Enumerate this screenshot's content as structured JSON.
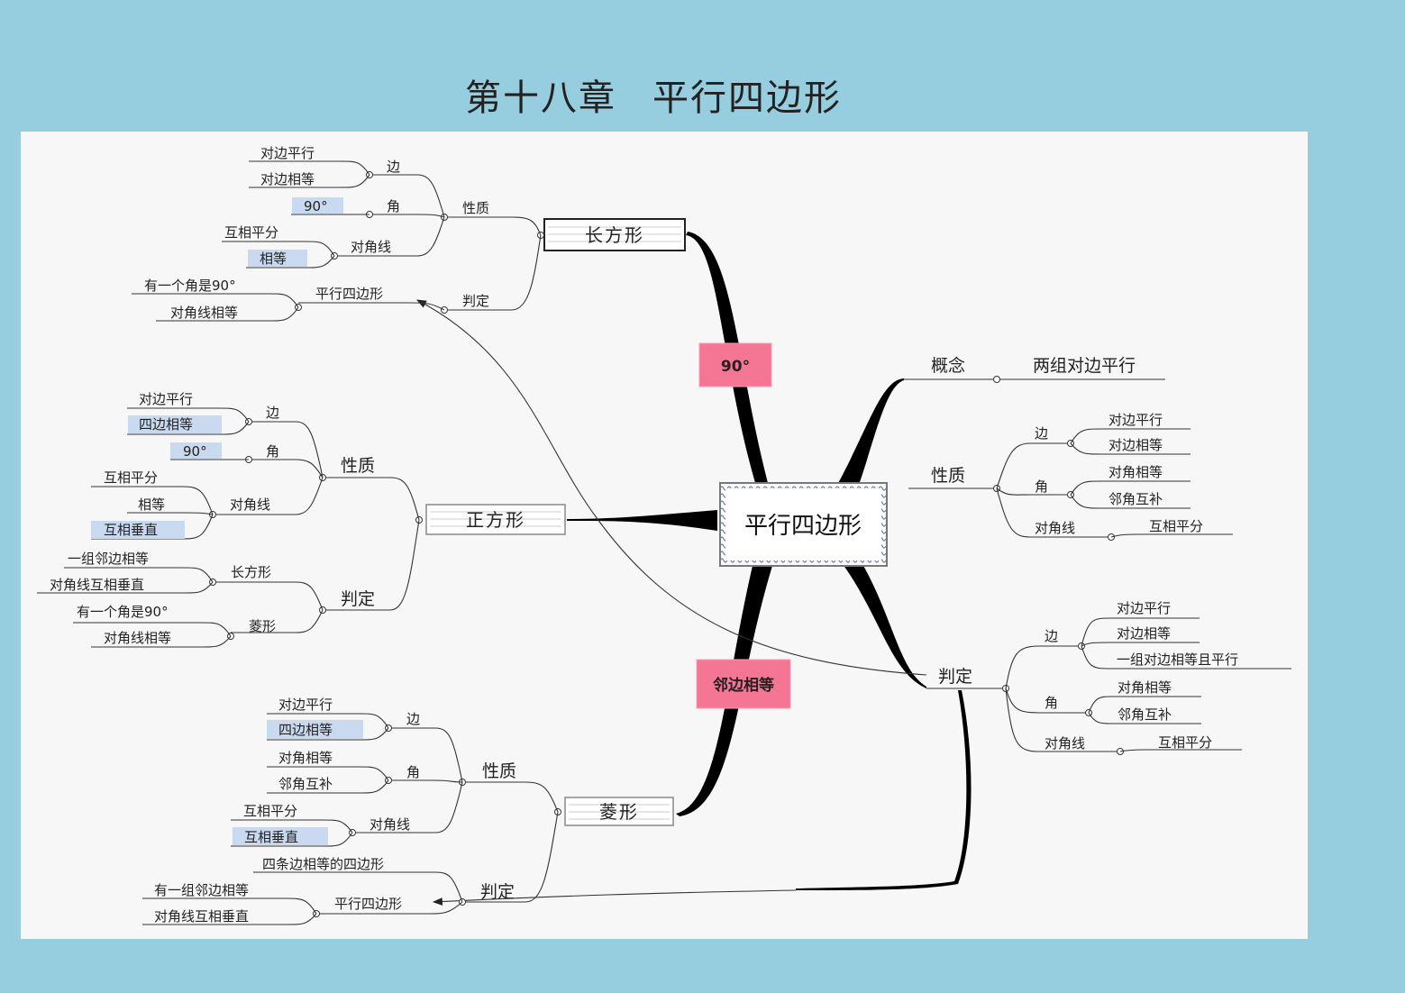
{
  "title": {
    "part1": "第十八章",
    "part2": "平行四边形"
  },
  "center": "平行四边形",
  "callouts": {
    "rect": "90°",
    "rhombus": "邻边相等"
  },
  "right": {
    "concept": {
      "label": "概念",
      "value": "两组对边平行"
    },
    "properties": {
      "label": "性质",
      "side": {
        "label": "边",
        "items": [
          "对边平行",
          "对边相等"
        ]
      },
      "angle": {
        "label": "角",
        "items": [
          "对角相等",
          "邻角互补"
        ]
      },
      "diag": {
        "label": "对角线",
        "value": "互相平分"
      }
    },
    "judge": {
      "label": "判定",
      "side": {
        "label": "边",
        "items": [
          "对边平行",
          "对边相等",
          "一组对边相等且平行"
        ]
      },
      "angle": {
        "label": "角",
        "items": [
          "对角相等",
          "邻角互补"
        ]
      },
      "diag": {
        "label": "对角线",
        "value": "互相平分"
      }
    }
  },
  "rectangle": {
    "name": "长方形",
    "prop": "性质",
    "side": {
      "label": "边",
      "items": [
        "对边平行",
        "对边相等"
      ]
    },
    "angle": {
      "label": "角",
      "value": "90°"
    },
    "diag": {
      "label": "对角线",
      "items": [
        "互相平分",
        "相等"
      ]
    },
    "judge": "判定",
    "judge_from": {
      "label": "平行四边形",
      "items": [
        "有一个角是90°",
        "对角线相等"
      ]
    }
  },
  "square": {
    "name": "正方形",
    "prop": "性质",
    "side": {
      "label": "边",
      "items": [
        "对边平行",
        "四边相等"
      ]
    },
    "angle": {
      "label": "角",
      "value": "90°"
    },
    "diag": {
      "label": "对角线",
      "items": [
        "互相平分",
        "相等",
        "互相垂直"
      ]
    },
    "judge": "判定",
    "from_rect": {
      "label": "长方形",
      "items": [
        "一组邻边相等",
        "对角线互相垂直"
      ]
    },
    "from_rhombus": {
      "label": "菱形",
      "items": [
        "有一个角是90°",
        "对角线相等"
      ]
    }
  },
  "rhombus": {
    "name": "菱形",
    "prop": "性质",
    "side": {
      "label": "边",
      "items": [
        "对边平行",
        "四边相等"
      ]
    },
    "angle": {
      "label": "角",
      "items": [
        "对角相等",
        "邻角互补"
      ]
    },
    "diag": {
      "label": "对角线",
      "items": [
        "互相平分",
        "互相垂直"
      ]
    },
    "judge": "判定",
    "judge_direct": "四条边相等的四边形",
    "judge_from": {
      "label": "平行四边形",
      "items": [
        "有一组邻边相等",
        "对角线互相垂直"
      ]
    }
  }
}
